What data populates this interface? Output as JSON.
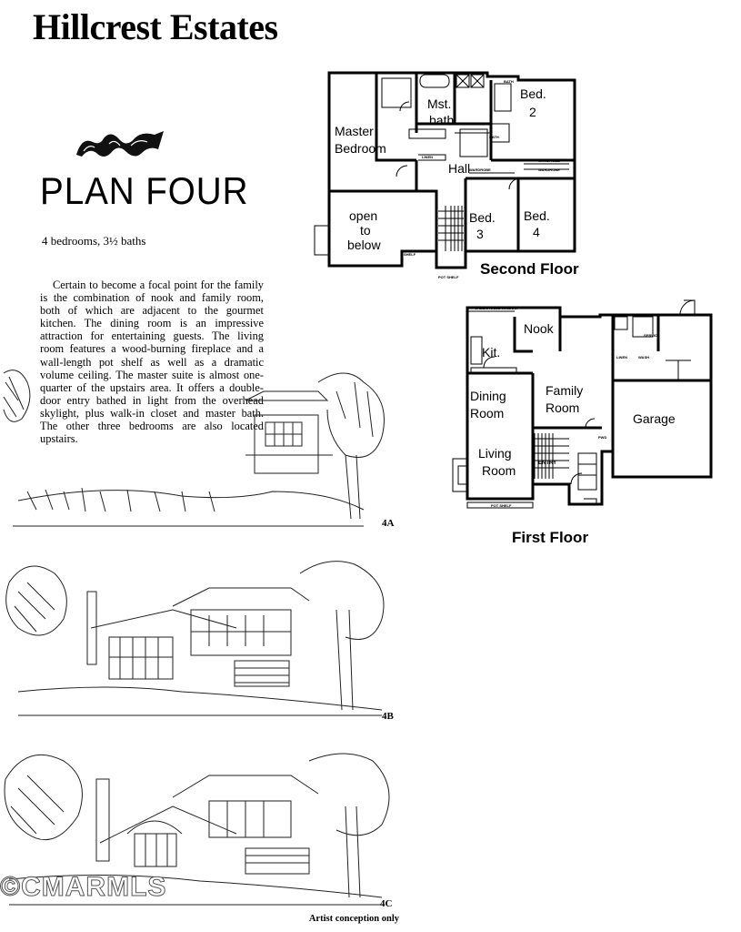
{
  "header": {
    "title": "Hillcrest Estates"
  },
  "plan": {
    "name": "PLAN FOUR",
    "summary": "4 bedrooms, 3½ baths",
    "description": "Certain to become a focal point for the family is the combination of nook and family room, both of which are adjacent to the gourmet kitchen. The dining room is an impressive attraction for entertaining guests. The living room features a wood-burning fireplace and a wall-length pot shelf as well as a dramatic volume ceiling. The master suite is almost one-quarter of the upstairs area. It offers a double-door entry bathed in light from the overhead skylight, plus walk-in closet and master bath. The other three bedrooms are also located upstairs."
  },
  "second_floor": {
    "label": "Second Floor",
    "rooms": {
      "master_bedroom_1": "Master",
      "master_bedroom_2": "Bedroom",
      "mst_bath_1": "Mst.",
      "mst_bath_2": "bath",
      "bed2_1": "Bed.",
      "bed2_2": "2",
      "hall": "Hall",
      "bed3_1": "Bed.",
      "bed3_2": "3",
      "bed4_1": "Bed.",
      "bed4_2": "4",
      "open_1": "open",
      "open_2": "to",
      "open_3": "below",
      "bath_a": "BATH",
      "bath_b": "BATH",
      "linen": "LINEN",
      "wardrobe_a": "WARDROBE",
      "wardrobe_b": "WARDROBE",
      "wardrobe_c": "WARDROBE",
      "shelf": "SHELF",
      "pot_shelf": "POT SHELF"
    }
  },
  "first_floor": {
    "label": "First Floor",
    "rooms": {
      "nook": "Nook",
      "kit": "Kit.",
      "dining_1": "Dining",
      "dining_2": "Room",
      "family_1": "Family",
      "family_2": "Room",
      "living_1": "Living",
      "living_2": "Room",
      "garage": "Garage",
      "entry": "ENTRY",
      "service": "SERVICE",
      "greenhouse": "GREENHOUSE WINDOW",
      "pwd": "PWD",
      "pot_shelf": "POT SHELF",
      "linen": "LINEN",
      "wash": "WASH"
    }
  },
  "elevations": {
    "a": "4A",
    "b": "4B",
    "c": "4C",
    "note": "Artist conception only"
  },
  "watermark": "©CMARMLS"
}
